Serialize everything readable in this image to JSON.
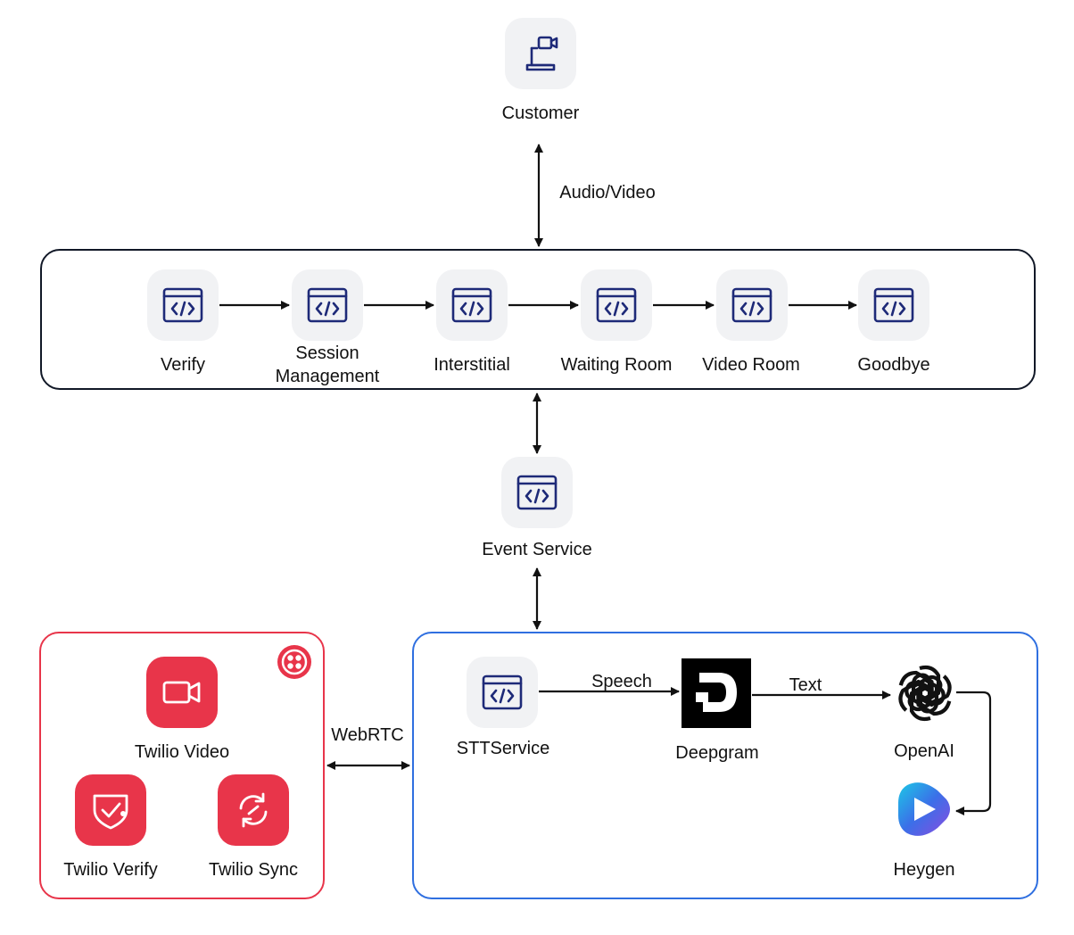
{
  "nodes": {
    "customer": "Customer",
    "verify": "Verify",
    "session_management": [
      "Session",
      "Management"
    ],
    "interstitial": "Interstitial",
    "waiting_room": "Waiting Room",
    "video_room": "Video Room",
    "goodbye": "Goodbye",
    "event_service": "Event Service",
    "stt_service": "STTService",
    "deepgram": "Deepgram",
    "openai": "OpenAI",
    "heygen": "Heygen",
    "twilio_video": "Twilio Video",
    "twilio_verify": "Twilio Verify",
    "twilio_sync": "Twilio Sync"
  },
  "edges": {
    "audio_video": "Audio/Video",
    "webrtc": "WebRTC",
    "speech": "Speech",
    "text": "Text"
  },
  "colors": {
    "twilio_red": "#e8354a",
    "blue_border": "#2f6fe0",
    "icon_navy": "#1e2a78",
    "tile_gray": "#f1f2f4"
  },
  "icons": {
    "code_window": "code-window-icon",
    "laptop_video": "laptop-video-icon"
  }
}
